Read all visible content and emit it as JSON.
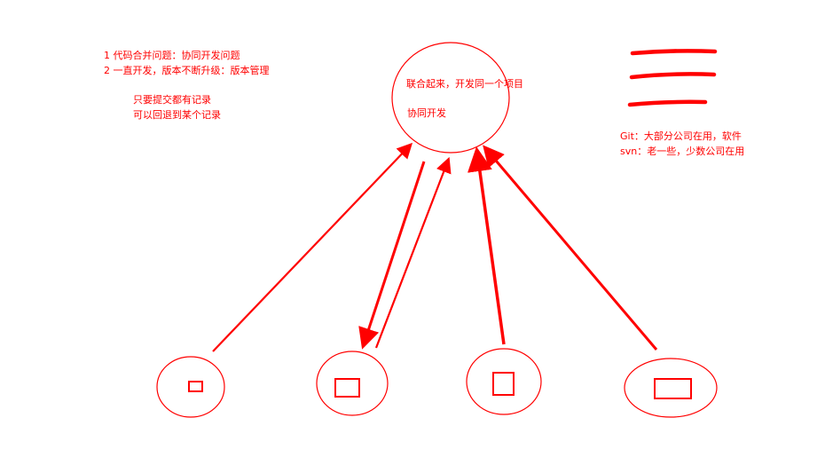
{
  "colors": {
    "ink": "#ff0000"
  },
  "notes": {
    "problems": [
      "1 代码合并问题：协同开发问题",
      "2 一直开发，版本不断升级：版本管理"
    ],
    "version_benefits": [
      "只要提交都有记录",
      "可以回退到某个记录"
    ],
    "tools": [
      "Git：大部分公司在用，软件",
      "svn：老一些，少数公司在用"
    ]
  },
  "central_node": {
    "line1": "联合起来，开发同一个项目",
    "line2": "协同开发"
  },
  "developer_count": 4
}
